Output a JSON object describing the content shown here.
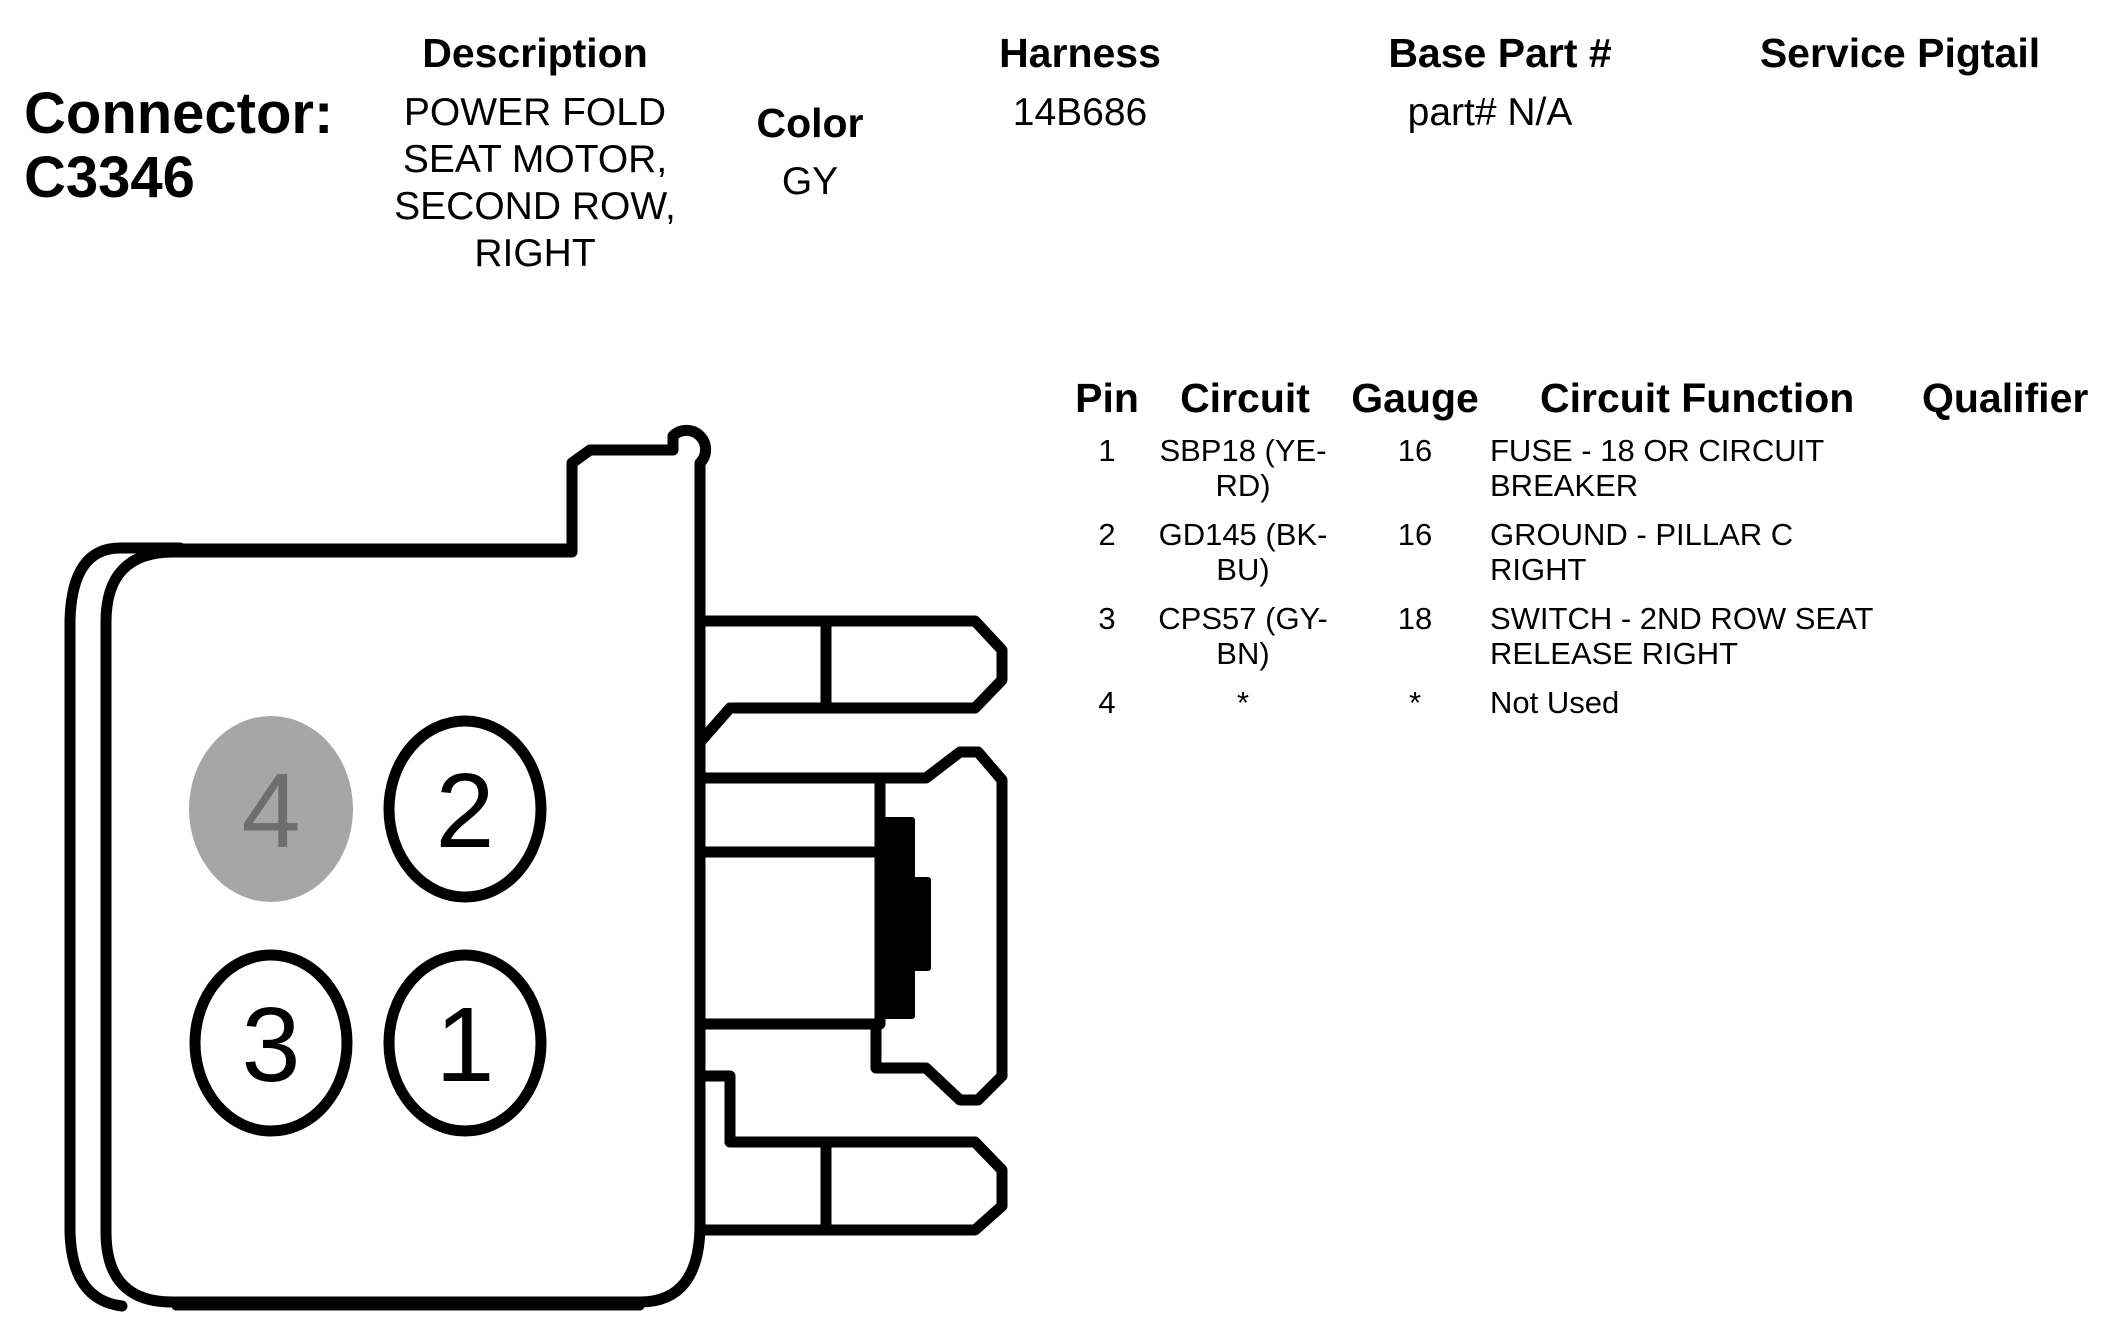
{
  "connector": {
    "label": "Connector:",
    "id": "C3346"
  },
  "header": {
    "description": {
      "title": "Description",
      "value": "POWER FOLD\nSEAT MOTOR,\nSECOND ROW,\nRIGHT"
    },
    "color": {
      "title": "Color",
      "value": "GY"
    },
    "harness": {
      "title": "Harness",
      "value": "14B686"
    },
    "base_part": {
      "title": "Base Part #",
      "value": "part# N/A"
    },
    "service_pigtail": {
      "title": "Service Pigtail",
      "value": ""
    }
  },
  "table": {
    "columns": [
      "Pin",
      "Circuit",
      "Gauge",
      "Circuit Function",
      "Qualifier"
    ],
    "rows": [
      {
        "pin": "1",
        "circuit": "SBP18 (YE-RD)",
        "gauge": "16",
        "function": "FUSE - 18 OR CIRCUIT BREAKER",
        "qualifier": ""
      },
      {
        "pin": "2",
        "circuit": "GD145 (BK-BU)",
        "gauge": "16",
        "function": "GROUND - PILLAR C RIGHT",
        "qualifier": ""
      },
      {
        "pin": "3",
        "circuit": "CPS57 (GY-BN)",
        "gauge": "18",
        "function": "SWITCH - 2ND ROW SEAT RELEASE RIGHT",
        "qualifier": ""
      },
      {
        "pin": "4",
        "circuit": "*",
        "gauge": "*",
        "function": "Not Used",
        "qualifier": ""
      }
    ]
  },
  "diagram": {
    "pins": [
      {
        "label": "4",
        "used": false
      },
      {
        "label": "2",
        "used": true
      },
      {
        "label": "3",
        "used": true
      },
      {
        "label": "1",
        "used": true
      }
    ],
    "colors": {
      "unused_pin_fill": "#a6a6a6",
      "unused_pin_text": "#6e6e6e",
      "line": "#000000"
    }
  }
}
